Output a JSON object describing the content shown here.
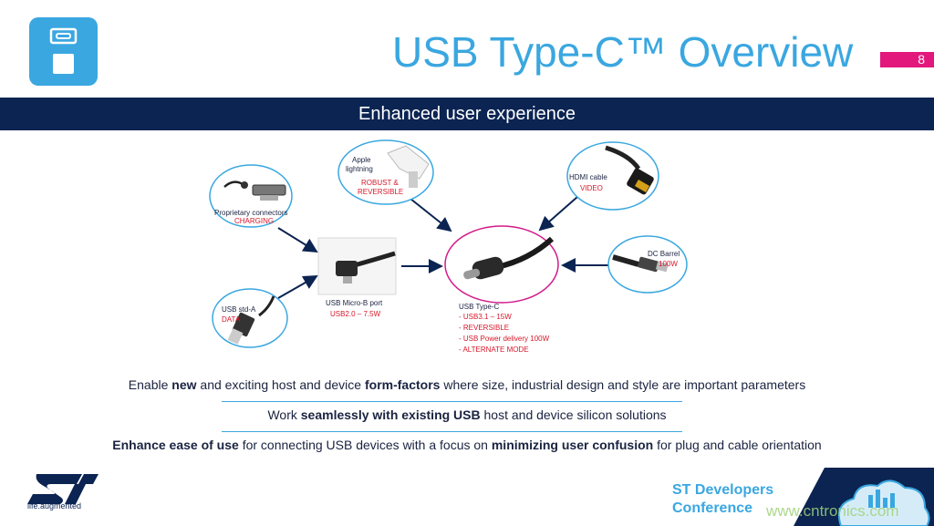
{
  "header": {
    "title": "USB Type-C™ Overview",
    "page_number": "8",
    "banner": "Enhanced user experience"
  },
  "diagram": {
    "nodes": {
      "proprietary": {
        "label": "Proprietary connectors",
        "tag": "CHARGING"
      },
      "apple": {
        "label_line1": "Apple",
        "label_line2": "lightning",
        "tag_line1": "ROBUST &",
        "tag_line2": "REVERSIBLE"
      },
      "hdmi": {
        "label": "HDMI cable",
        "tag": "VIDEO"
      },
      "dc_barrel": {
        "label": "DC Barrel",
        "tag": "100W"
      },
      "usb_std_a": {
        "label": "USB std-A",
        "tag": "DATA"
      },
      "micro_b": {
        "label": "USB Micro-B port",
        "tag": "USB2.0 – 7.5W"
      },
      "type_c": {
        "label": "USB Type-C",
        "features": [
          "- USB3.1 – 15W",
          "- REVERSIBLE",
          "- USB Power delivery 100W",
          "- ALTERNATE MODE"
        ]
      }
    }
  },
  "bullets": [
    {
      "parts": [
        {
          "t": "Enable ",
          "b": false
        },
        {
          "t": "new",
          "b": true
        },
        {
          "t": " and exciting host and device ",
          "b": false
        },
        {
          "t": "form-factors",
          "b": true
        },
        {
          "t": " where size, industrial design and style are important parameters",
          "b": false
        }
      ]
    },
    {
      "parts": [
        {
          "t": "Work ",
          "b": false
        },
        {
          "t": "seamlessly with existing USB",
          "b": true
        },
        {
          "t": " host and device silicon solutions",
          "b": false
        }
      ]
    },
    {
      "parts": [
        {
          "t": "Enhance ease of use",
          "b": true
        },
        {
          "t": " for connecting USB devices with a focus on ",
          "b": false
        },
        {
          "t": "minimizing user confusion",
          "b": true
        },
        {
          "t": " for plug and cable orientation",
          "b": false
        }
      ]
    }
  ],
  "footer": {
    "tagline": "life.augmented",
    "conference_line1": "ST Developers",
    "conference_line2": "Conference",
    "watermark": "www.cntronics.com"
  },
  "colors": {
    "accent": "#3aa7e0",
    "navy": "#0b2452",
    "magenta": "#e2187d",
    "red_text": "#d7182a"
  }
}
